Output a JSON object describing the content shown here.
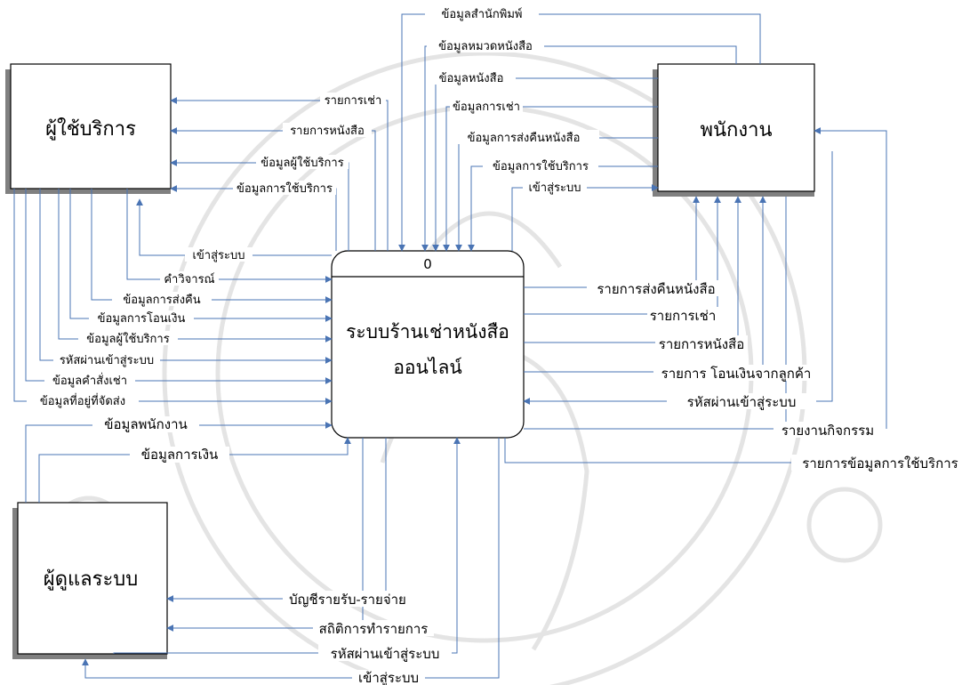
{
  "entities": {
    "customer": "ผู้ใช้บริการ",
    "staff": "พนักงาน",
    "admin": "ผู้ดูแลระบบ"
  },
  "process": {
    "number": "0",
    "name_line1": "ระบบร้านเช่าหนังสือ",
    "name_line2": "ออนไลน์"
  },
  "flows": {
    "publisher_data": "ข้อมูลสำนักพิมพ์",
    "book_category_data": "ข้อมูลหมวดหนังสือ",
    "book_data": "ข้อมูลหนังสือ",
    "rental_data": "ข้อมูลการเช่า",
    "book_return_data": "ข้อมูลการส่งคืนหนังสือ",
    "service_usage_data": "ข้อมูลการใช้บริการ",
    "staff_login": "เข้าสู่ระบบ",
    "rental_list_to_customer": "รายการเช่า",
    "book_list_to_customer": "รายการหนังสือ",
    "customer_data_to_customer": "ข้อมูลผู้ใช้บริการ",
    "service_usage_to_customer": "ข้อมูลการใช้บริการ",
    "customer_login": "เข้าสู่ระบบ",
    "review": "คำวิจารณ์",
    "return_data": "ข้อมูลการส่งคืน",
    "transfer_data": "ข้อมูลการโอนเงิน",
    "customer_data": "ข้อมูลผู้ใช้บริการ",
    "customer_password": "รหัสผ่านเข้าสู่ระบบ",
    "order_data": "ข้อมูลคำสั่งเช่า",
    "shipping_address": "ข้อมูลที่อยู่ที่จัดส่ง",
    "staff_data": "ข้อมูลพนักงาน",
    "finance_data": "ข้อมูลการเงิน",
    "book_return_list": "รายการส่งคืนหนังสือ",
    "rental_list_to_staff": "รายการเช่า",
    "book_list_to_staff": "รายการหนังสือ",
    "transfer_list": "รายการ โอนเงินจากลูกค้า",
    "staff_password": "รหัสผ่านเข้าสู่ระบบ",
    "activity_report": "รายงานกิจกรรม",
    "service_usage_list": "รายการข้อมูลการใช้บริการ",
    "income_expense": "บัญชีรายรับ-รายจ่าย",
    "transaction_stats": "สถิติการทำรายการ",
    "admin_password": "รหัสผ่านเข้าสู่ระบบ",
    "admin_login": "เข้าสู่ระบบ"
  },
  "colors": {
    "flow_line": "#4a74b4",
    "entity_border": "#000000",
    "entity_shadow": "#808080",
    "watermark": "#e4e4e4"
  }
}
